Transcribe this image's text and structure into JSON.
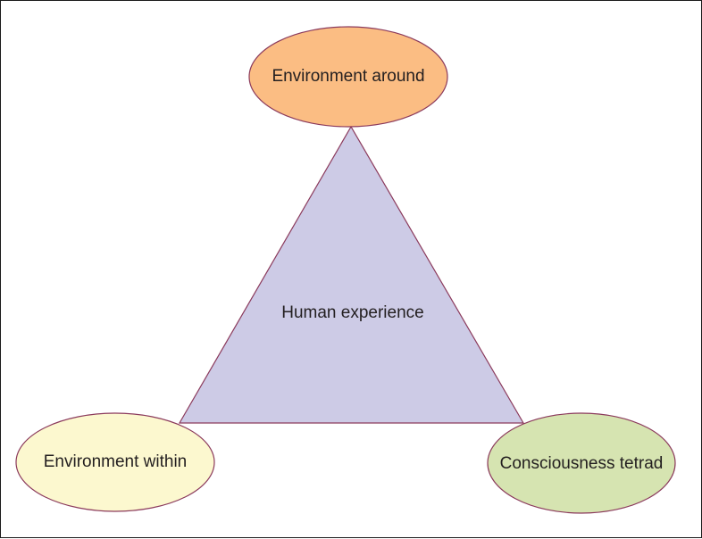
{
  "diagram": {
    "center_label": "Human experience",
    "nodes": [
      {
        "id": "top",
        "label": "Environment around",
        "fill": "#fbbd83"
      },
      {
        "id": "left",
        "label": "Environment within",
        "fill": "#fcf8cf"
      },
      {
        "id": "right",
        "label": "Consciousness tetrad",
        "fill": "#d6e4b1"
      }
    ],
    "triangle_fill": "#cdcbe6",
    "stroke": "#8b3a5c"
  }
}
